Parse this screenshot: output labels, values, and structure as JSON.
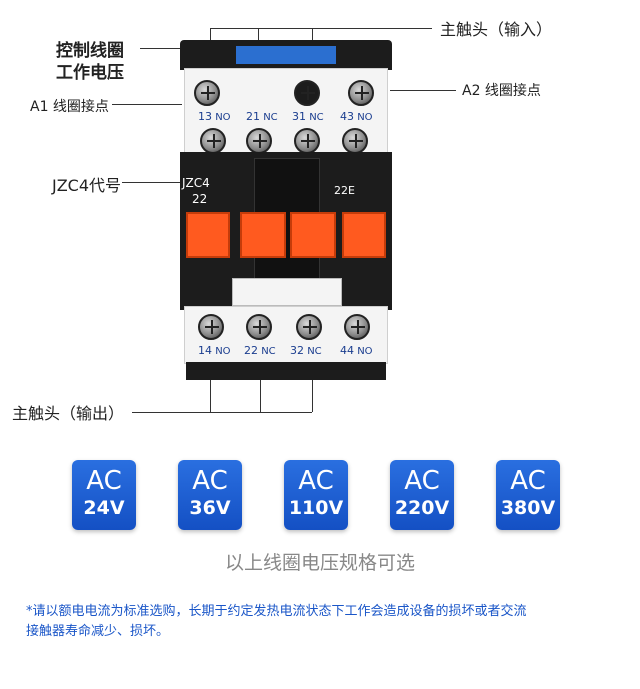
{
  "callouts": {
    "main_contact_input": "主触头（输入）",
    "coil_voltage_line1": "控制线圈",
    "coil_voltage_line2": "工作电压",
    "a1_contact": "A1 线圈接点",
    "a2_contact": "A2 线圈接点",
    "model_code": "JZC4代号",
    "main_contact_output": "主触头（输出）"
  },
  "product": {
    "model": "JZC4",
    "config": "22",
    "config_right": "22E",
    "top_terminals": [
      {
        "num": "13",
        "type": "NO"
      },
      {
        "num": "21",
        "type": "NC"
      },
      {
        "num": "31",
        "type": "NC"
      },
      {
        "num": "43",
        "type": "NO"
      }
    ],
    "bottom_terminals": [
      {
        "num": "14",
        "type": "NO"
      },
      {
        "num": "22",
        "type": "NC"
      },
      {
        "num": "32",
        "type": "NC"
      },
      {
        "num": "44",
        "type": "NO"
      }
    ]
  },
  "voltages": [
    {
      "top": "AC",
      "bottom": "24V"
    },
    {
      "top": "AC",
      "bottom": "36V"
    },
    {
      "top": "AC",
      "bottom": "110V"
    },
    {
      "top": "AC",
      "bottom": "220V"
    },
    {
      "top": "AC",
      "bottom": "380V"
    }
  ],
  "voltage_caption": "以上线圈电压规格可选",
  "footnote_line1": "*请以额电电流为标准选购，长期于约定发热电流状态下工作会造成设备的损坏或者交流",
  "footnote_line2": "接触器寿命减少、损坏。",
  "colors": {
    "badge": "#1a5fd6",
    "footnote": "#1a56c8",
    "orange": "#ff5a1f"
  }
}
